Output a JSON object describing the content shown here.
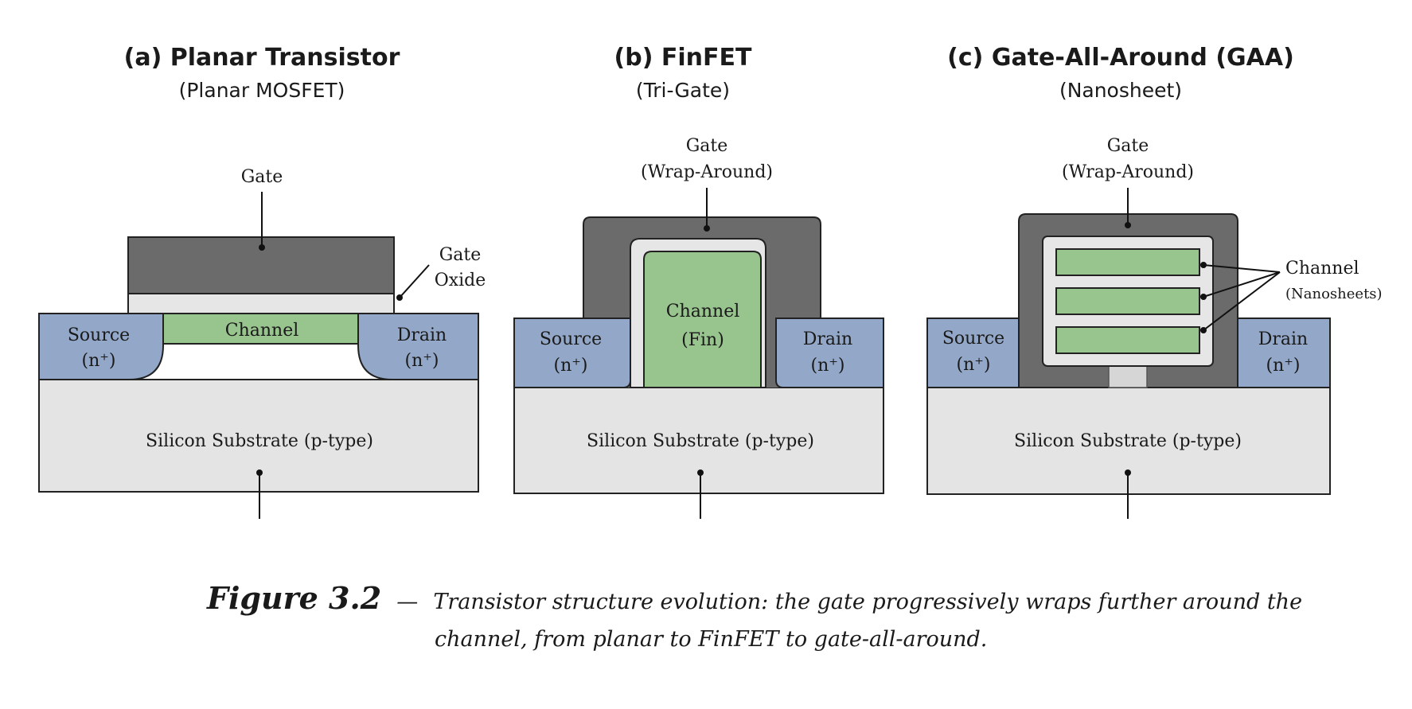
{
  "panel_a": {
    "title": "(a) Planar Transistor",
    "subtitle": "(Planar MOSFET)",
    "gate": "Gate",
    "gate_oxide_1": "Gate",
    "gate_oxide_2": "Oxide",
    "channel": "Channel",
    "source_1": "Source",
    "source_2": "(n⁺)",
    "drain_1": "Drain",
    "drain_2": "(n⁺)",
    "substrate": "Silicon Substrate (p-type)"
  },
  "panel_b": {
    "title": "(b) FinFET",
    "subtitle": "(Tri-Gate)",
    "gate_1": "Gate",
    "gate_2": "(Wrap-Around)",
    "channel_1": "Channel",
    "channel_2": "(Fin)",
    "source_1": "Source",
    "source_2": "(n⁺)",
    "drain_1": "Drain",
    "drain_2": "(n⁺)",
    "substrate": "Silicon Substrate (p-type)"
  },
  "panel_c": {
    "title": "(c) Gate-All-Around (GAA)",
    "subtitle": "(Nanosheet)",
    "gate_1": "Gate",
    "gate_2": "(Wrap-Around)",
    "channel_1": "Channel",
    "channel_2": "(Nanosheets)",
    "source_1": "Source",
    "source_2": "(n⁺)",
    "drain_1": "Drain",
    "drain_2": "(n⁺)",
    "substrate": "Silicon Substrate (p-type)"
  },
  "caption": {
    "number": "Figure 3.2",
    "dash": "—",
    "line1": "Transistor structure evolution: the gate progressively wraps further around the",
    "line2": "channel, from planar to FinFET to gate-all-around."
  },
  "colors": {
    "gate": "#6b6b6b",
    "oxide": "#e6e6e6",
    "channel": "#98c48e",
    "source_drain": "#93a8c8",
    "substrate": "#e4e4e4"
  }
}
